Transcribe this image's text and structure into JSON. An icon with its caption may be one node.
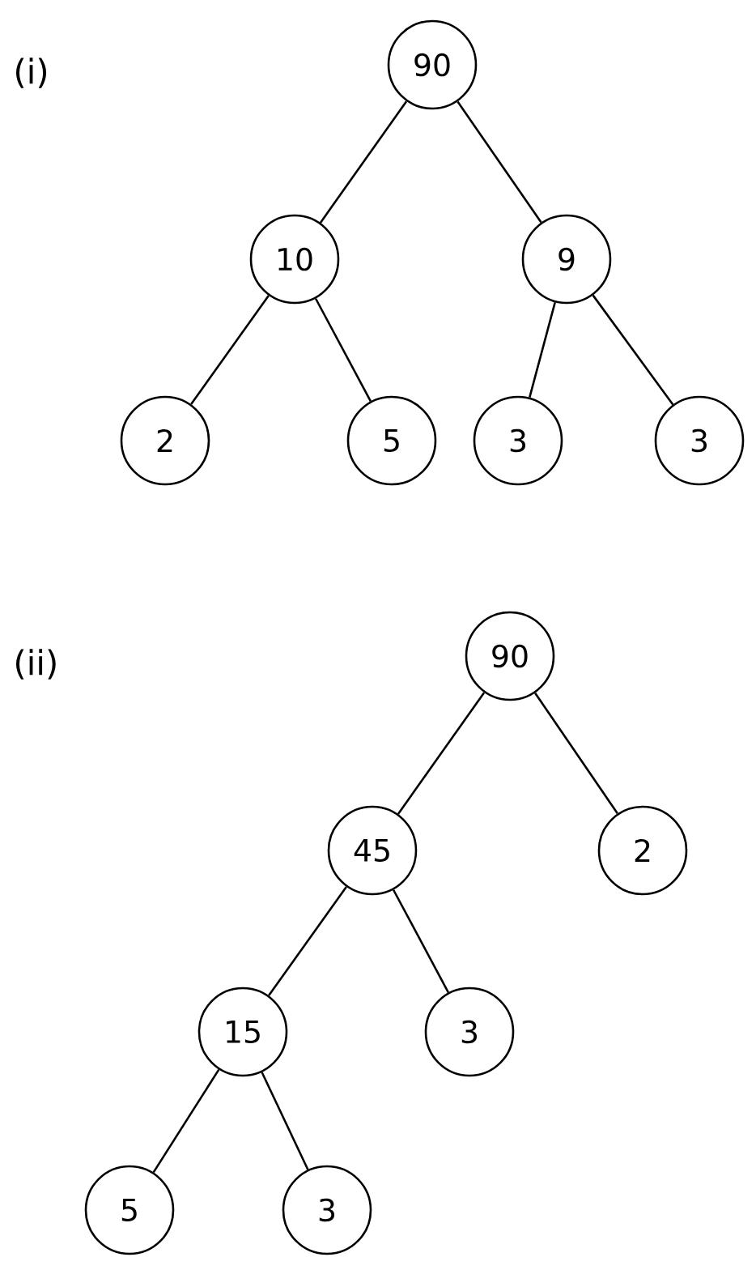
{
  "diagram": {
    "nodes": [
      {
        "text": [
          "90"
        ]
      },
      {
        "text": [
          "10"
        ]
      },
      {
        "text": [
          "9"
        ]
      },
      {
        "text": [
          "2"
        ]
      },
      {
        "text": [
          "5"
        ]
      },
      {
        "text": [
          "3"
        ]
      },
      {
        "text": [
          "3"
        ]
      },
      {
        "text": [
          "90"
        ]
      },
      {
        "text": [
          "45"
        ]
      },
      {
        "text": [
          "2"
        ]
      },
      {
        "text": [
          "15"
        ]
      },
      {
        "text": [
          "3"
        ]
      },
      {
        "text": [
          "5"
        ]
      },
      {
        "text": [
          "3"
        ]
      }
    ],
    "edges": [
      {
        "from": 0,
        "to": 1,
        "arrow": "none"
      },
      {
        "from": 0,
        "to": 2,
        "arrow": "none"
      },
      {
        "from": 1,
        "to": 3,
        "arrow": "none"
      },
      {
        "from": 1,
        "to": 4,
        "arrow": "none"
      },
      {
        "from": 2,
        "to": 5,
        "arrow": "none"
      },
      {
        "from": 2,
        "to": 6,
        "arrow": "none"
      },
      {
        "from": 7,
        "to": 8,
        "arrow": "none"
      },
      {
        "from": 7,
        "to": 9,
        "arrow": "none"
      },
      {
        "from": 8,
        "to": 10,
        "arrow": "none"
      },
      {
        "from": 8,
        "to": 11,
        "arrow": "none"
      },
      {
        "from": 10,
        "to": 12,
        "arrow": "none"
      },
      {
        "from": 10,
        "to": 13,
        "arrow": "none"
      }
    ],
    "labels": [
      "(i)",
      "(ii)"
    ]
  }
}
